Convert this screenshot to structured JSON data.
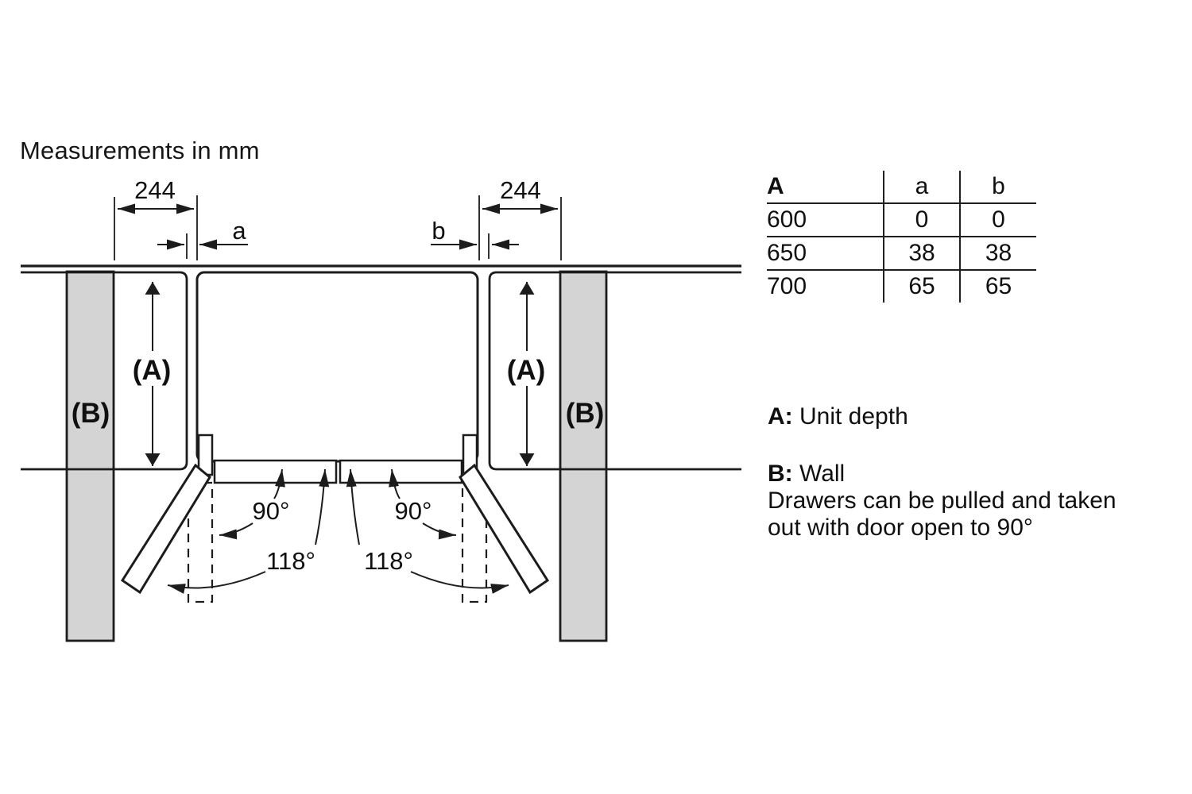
{
  "title": "Measurements in mm",
  "diagram": {
    "dims": {
      "left_244": "244",
      "right_244": "244",
      "a": "a",
      "b": "b"
    },
    "labels": {
      "unit_depth_left": "(A)",
      "unit_depth_right": "(A)",
      "wall_left": "(B)",
      "wall_right": "(B)"
    },
    "angles": {
      "left_90": "90°",
      "left_118": "118°",
      "right_90": "90°",
      "right_118": "118°"
    }
  },
  "table": {
    "headers": [
      "A",
      "a",
      "b"
    ],
    "rows": [
      [
        "600",
        "0",
        "0"
      ],
      [
        "650",
        "38",
        "38"
      ],
      [
        "700",
        "65",
        "65"
      ]
    ]
  },
  "legend": {
    "term_a": "A:",
    "desc_a": "Unit depth",
    "term_b": "B:",
    "desc_b": "Wall",
    "note_line1": "Drawers can be pulled and taken",
    "note_line2": "out with door open to 90°"
  },
  "colors": {
    "wall_fill": "#d4d4d4",
    "line": "#1c1c1c",
    "background": "#ffffff"
  }
}
